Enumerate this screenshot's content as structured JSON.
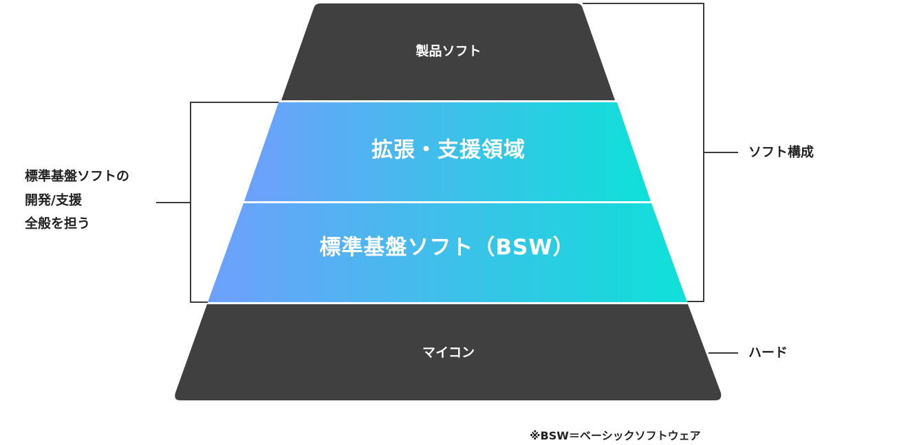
{
  "layers": {
    "top": {
      "label": "製品ソフト"
    },
    "extension": {
      "label": "拡張・支援領域"
    },
    "bsw": {
      "label": "標準基盤ソフト（BSW）"
    },
    "bottom": {
      "label": "マイコン"
    }
  },
  "left_note": {
    "lines": [
      "標準基盤ソフトの",
      "開発/支援",
      "全般を担う"
    ]
  },
  "right_labels": {
    "software": "ソフト構成",
    "hardware": "ハード"
  },
  "footnote": "※BSW＝ベーシックソフトウェア",
  "colors": {
    "dark_layer": "#404040",
    "gradient_start": "#6e9ffb",
    "gradient_end": "#0ee0d8",
    "line": "#3b3b3b"
  }
}
